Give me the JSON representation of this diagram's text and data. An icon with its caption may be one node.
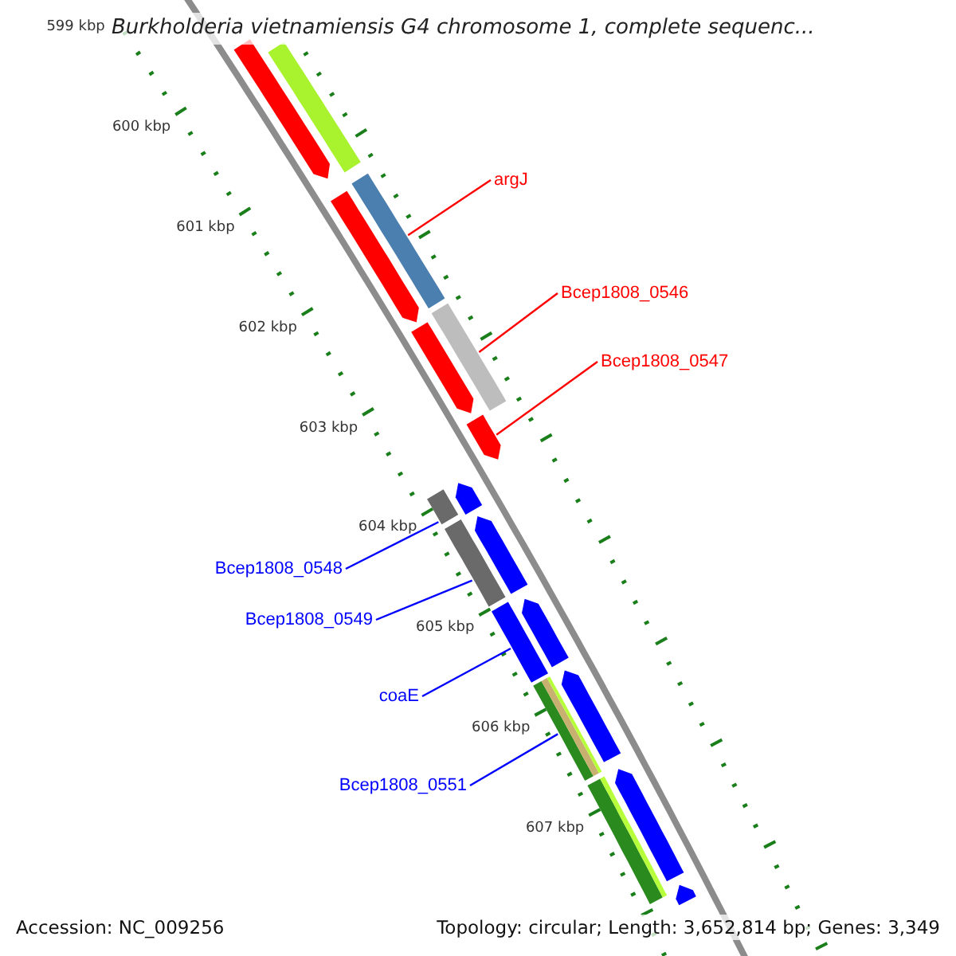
{
  "diagram": {
    "title": "Burkholderia vietnamiensis G4 chromosome 1, complete sequenc...",
    "nodes": [
      {
        "text": [
          "argJ"
        ]
      },
      {
        "text": [
          "Bcep1808_0546"
        ]
      },
      {
        "text": [
          "Bcep1808_0547"
        ]
      },
      {
        "text": [
          "Bcep1808_0548"
        ]
      },
      {
        "text": [
          "Bcep1808_0549"
        ]
      },
      {
        "text": [
          "coaE"
        ]
      },
      {
        "text": [
          "Bcep1808_0551"
        ]
      },
      {
        "text": [],
        "shape": "arrow"
      },
      {
        "text": [],
        "shape": "bar"
      },
      {
        "text": [],
        "shape": "bar"
      },
      {
        "text": [],
        "shape": "arrow"
      },
      {
        "text": [],
        "shape": "bar"
      },
      {
        "text": [],
        "shape": "arrow"
      },
      {
        "text": [],
        "shape": "arrow"
      },
      {
        "text": [],
        "shape": "arrow"
      },
      {
        "text": [],
        "shape": "bar"
      },
      {
        "text": [],
        "shape": "arrow"
      },
      {
        "text": [],
        "shape": "bar"
      },
      {
        "text": [],
        "shape": "arrow"
      },
      {
        "text": [],
        "shape": "bar"
      },
      {
        "text": [],
        "shape": "arrow"
      },
      {
        "text": [],
        "shape": "bar"
      },
      {
        "text": [],
        "shape": "arrow"
      },
      {
        "text": [],
        "shape": "bar"
      },
      {
        "text": [],
        "shape": "arrow"
      }
    ],
    "edges": [
      {
        "from": 0,
        "to": 9,
        "arrow": "none",
        "color": "#ff0000"
      },
      {
        "from": 1,
        "to": 11,
        "arrow": "none",
        "color": "#ff0000"
      },
      {
        "from": 2,
        "to": 13,
        "arrow": "none",
        "color": "#ff0000"
      },
      {
        "from": 3,
        "to": 15,
        "arrow": "none"
      },
      {
        "from": 4,
        "to": 17,
        "arrow": "none"
      },
      {
        "from": 5,
        "to": 19,
        "arrow": "none"
      },
      {
        "from": 6,
        "to": 21,
        "arrow": "none"
      }
    ],
    "labels": [
      "599 kbp",
      "600 kbp",
      "601 kbp",
      "602 kbp",
      "603 kbp",
      "604 kbp",
      "605 kbp",
      "606 kbp",
      "607 kbp",
      "Accession: NC_009256",
      "Topology: circular; Length: 3,652,814 bp; Genes: 3,349"
    ]
  }
}
